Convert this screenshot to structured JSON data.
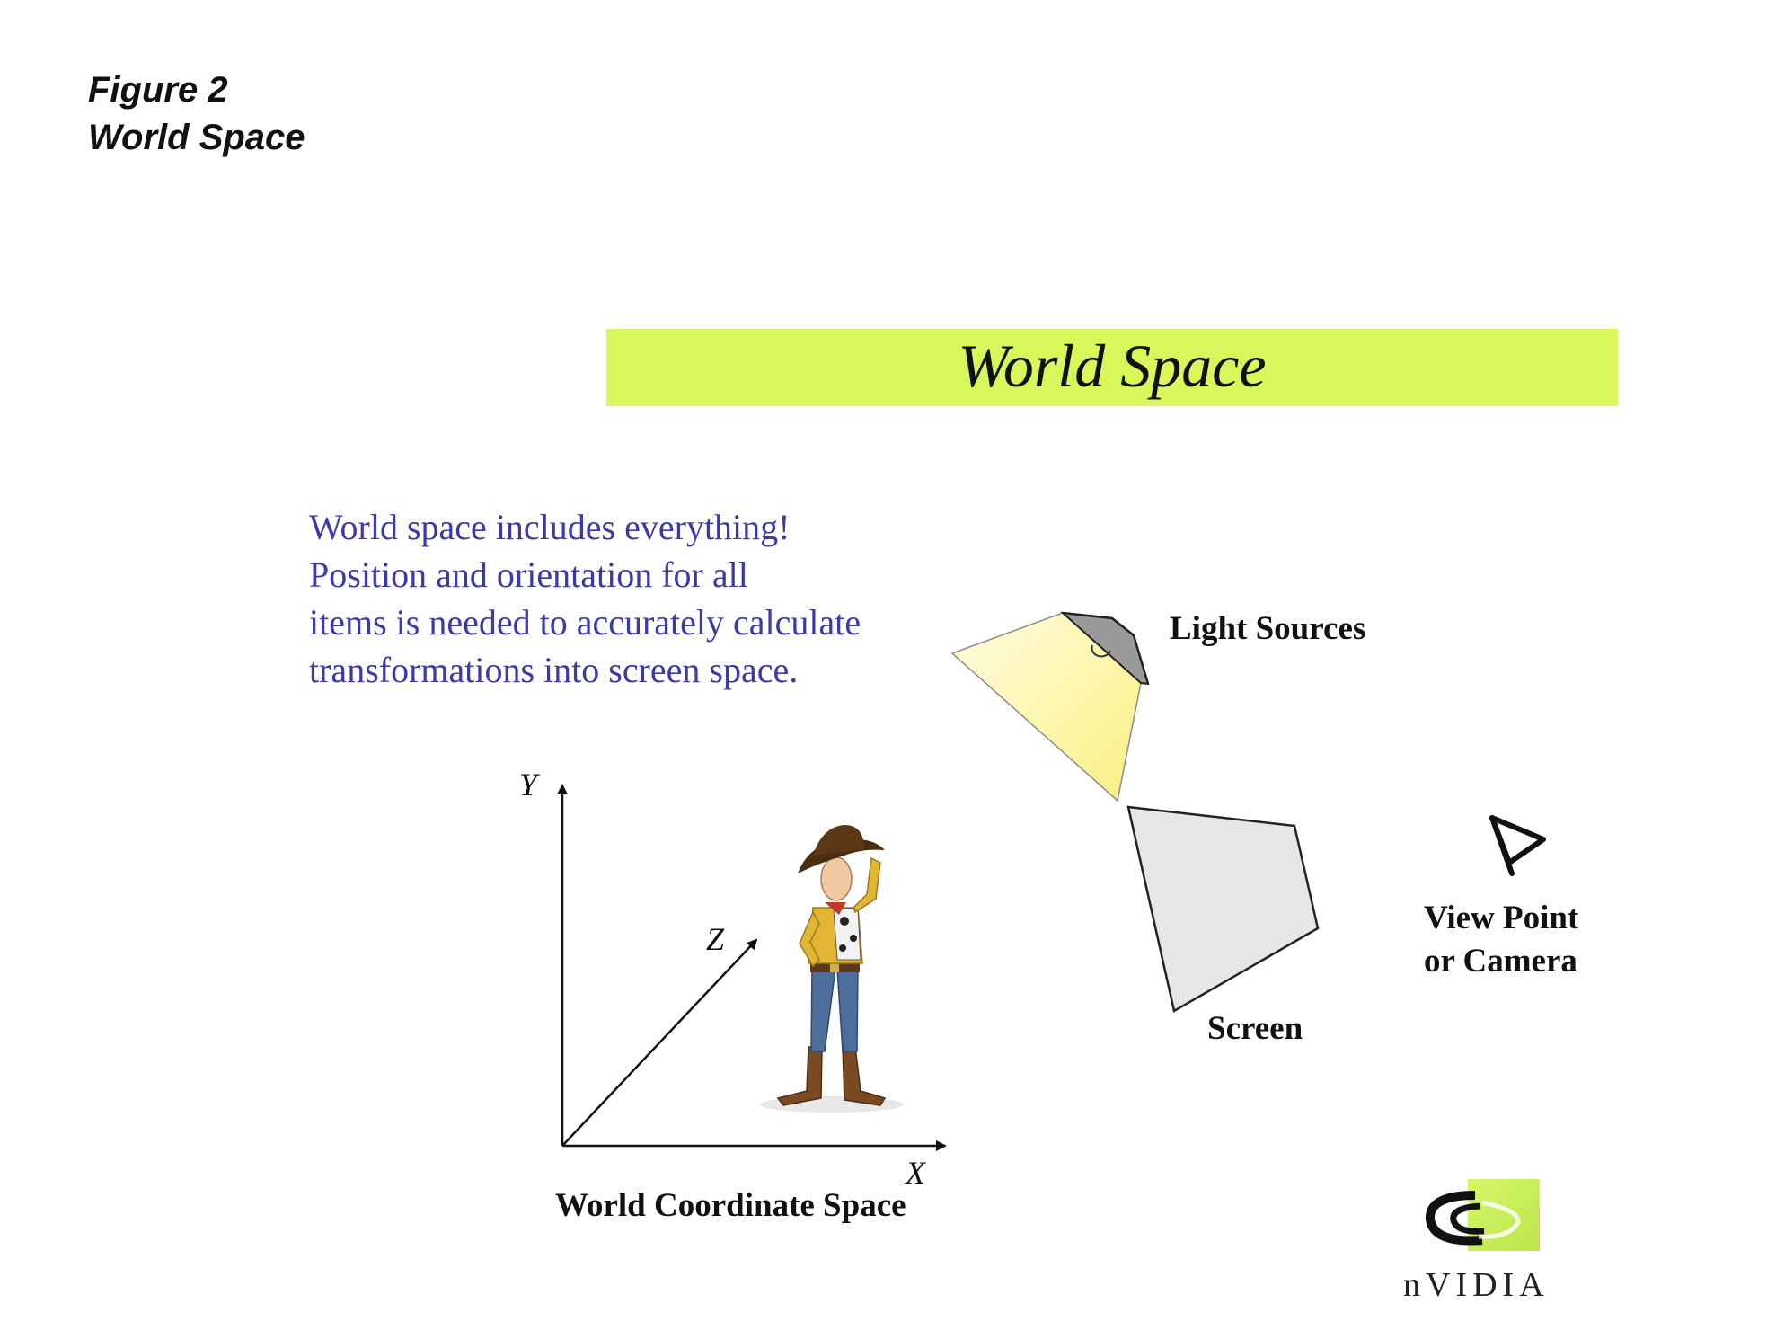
{
  "caption": {
    "line1": "Figure 2",
    "line2": "World Space"
  },
  "banner": {
    "title": "World Space"
  },
  "description": [
    "World space includes everything!",
    "Position and orientation for all",
    "items is needed to accurately calculate",
    "transformations into screen space."
  ],
  "labels": {
    "light_sources": "Light Sources",
    "screen": "Screen",
    "viewpoint_line1": "View Point",
    "viewpoint_line2": "or Camera",
    "world_coordinate_space": "World Coordinate Space"
  },
  "axes": {
    "x": "X",
    "y": "Y",
    "z": "Z"
  },
  "logo": {
    "text": "nVIDIA"
  },
  "colors": {
    "banner": "#d9f75b",
    "description_text": "#3d3aa6",
    "screen_fill": "#e6e6e6",
    "logo_green": "#c8ef5a"
  }
}
